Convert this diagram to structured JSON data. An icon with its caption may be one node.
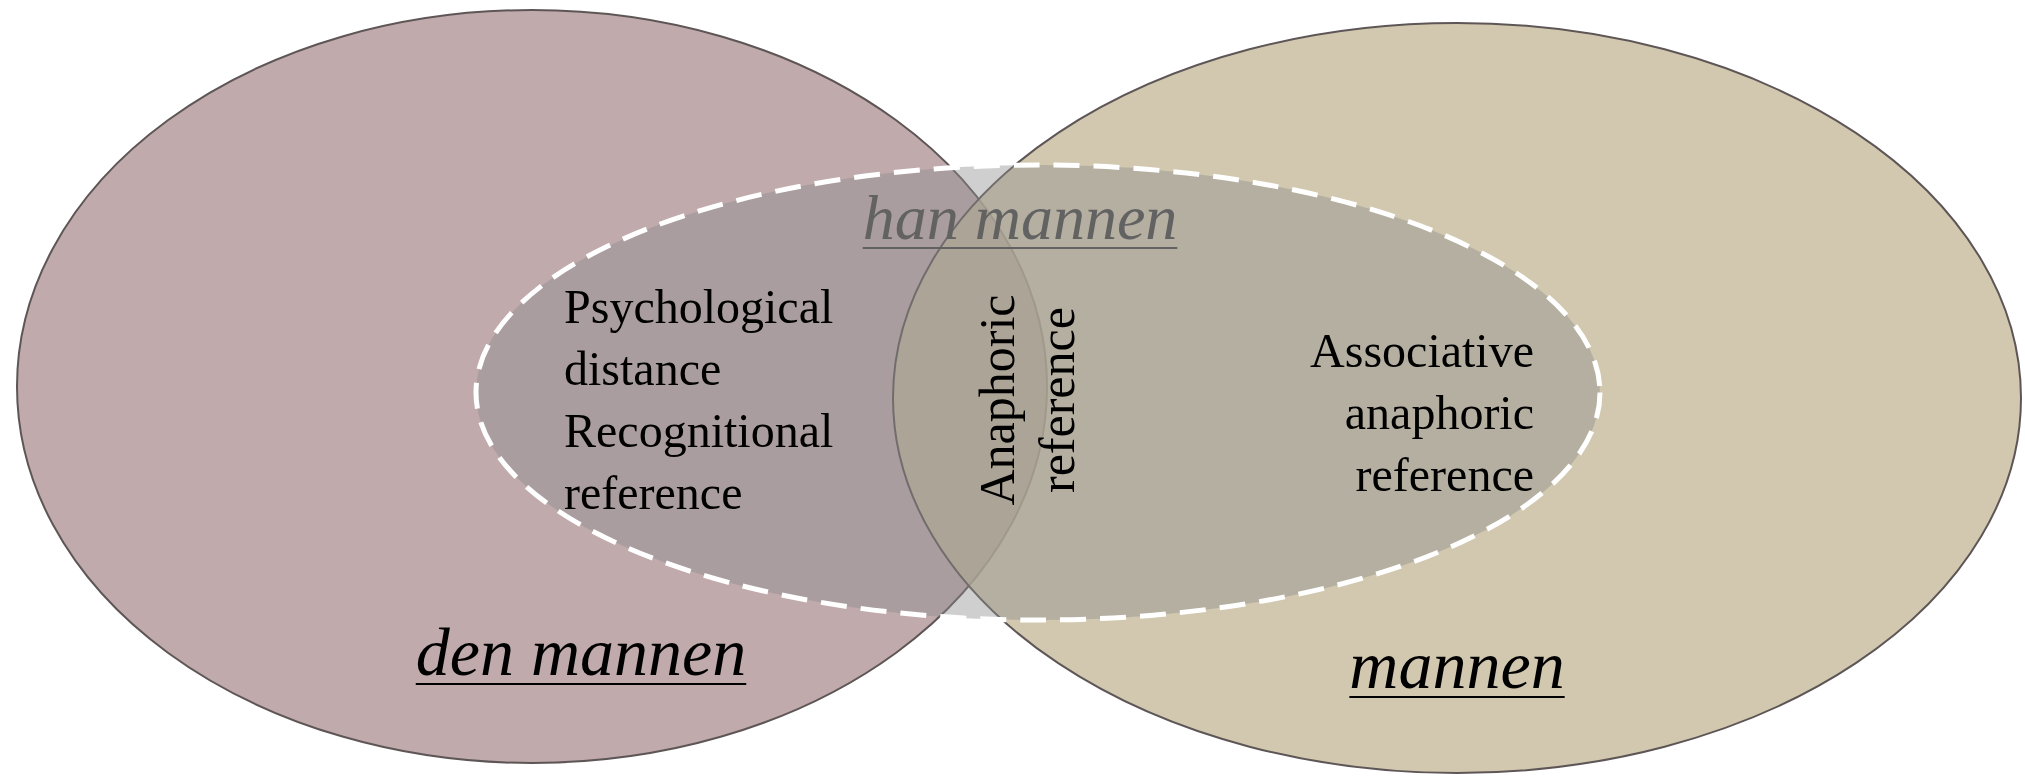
{
  "diagram": {
    "nodes": [
      {
        "text": [
          "den mannen"
        ]
      },
      {
        "text": [
          "mannen"
        ]
      },
      {
        "text": [
          "han mannen",
          "Psychological distance",
          "Recognitional reference",
          "Anaphoric reference",
          "Associative anaphoric reference"
        ]
      }
    ]
  }
}
